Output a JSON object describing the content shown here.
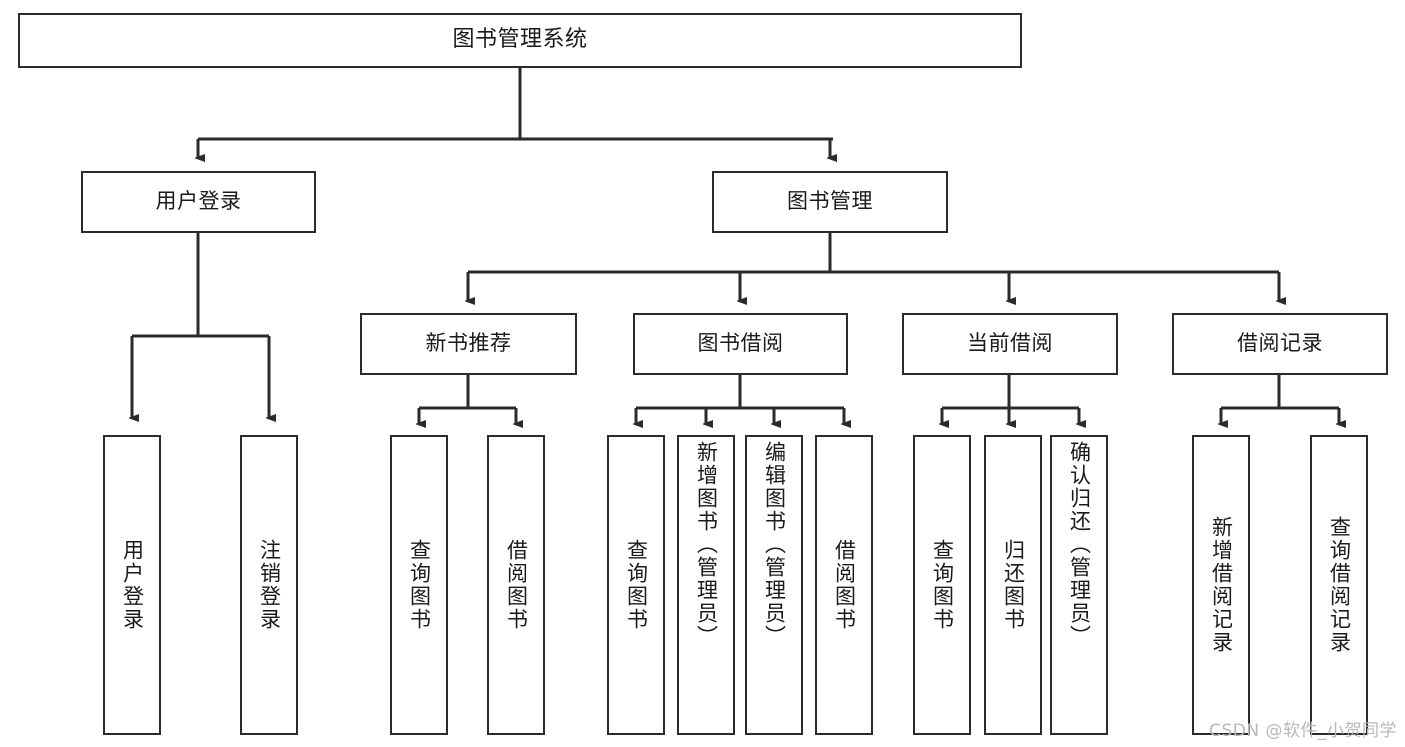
{
  "diagram": {
    "title": "图书管理系统",
    "type": "hierarchy-tree",
    "colors": {
      "box_border": "#2b2b2b",
      "box_fill": "#ffffff",
      "connector": "#2b2b2b",
      "text": "#1a1a1a",
      "watermark": "#b9b9b9",
      "background": "#ffffff"
    },
    "watermark": "CSDN @软件_小贺同学",
    "nodes": {
      "root": {
        "label": "图书管理系统"
      },
      "level2": [
        {
          "label": "用户登录"
        },
        {
          "label": "图书管理"
        }
      ],
      "level3": [
        {
          "label": "新书推荐"
        },
        {
          "label": "图书借阅"
        },
        {
          "label": "当前借阅"
        },
        {
          "label": "借阅记录"
        }
      ],
      "leaves": {
        "user_login": [
          {
            "label": "用户登录"
          },
          {
            "label": "注销登录"
          }
        ],
        "new_book_recommend": [
          {
            "label": "查询图书"
          },
          {
            "label": "借阅图书"
          }
        ],
        "book_borrow": [
          {
            "label": "查询图书"
          },
          {
            "label": "新增图书（管理员）"
          },
          {
            "label": "编辑图书（管理员）"
          },
          {
            "label": "借阅图书"
          }
        ],
        "current_borrow": [
          {
            "label": "查询图书"
          },
          {
            "label": "归还图书"
          },
          {
            "label": "确认归还（管理员）"
          }
        ],
        "borrow_record": [
          {
            "label": "新增借阅记录"
          },
          {
            "label": "查询借阅记录"
          }
        ]
      }
    }
  }
}
